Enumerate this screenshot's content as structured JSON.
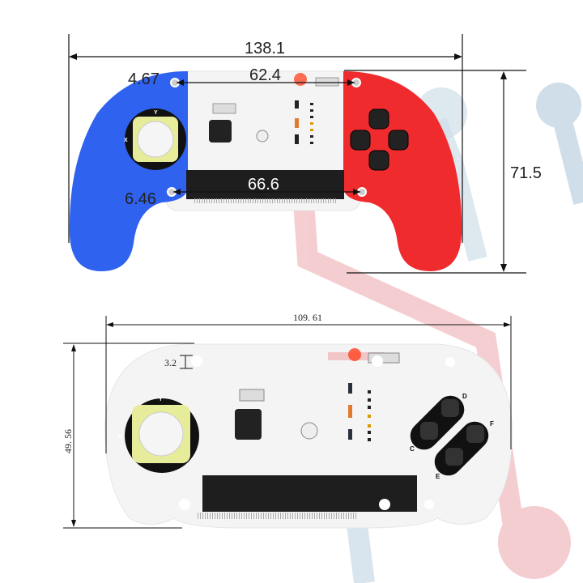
{
  "colors": {
    "left_grip": "#2f62ef",
    "right_grip": "#ef2b2e",
    "board": "#f4f4f4",
    "connector": "#1e1e1e",
    "joystick_pad": "#e6ec9a",
    "led": "#ff4a2a",
    "watermark_red": "#f3c5c9",
    "watermark_blue": "#c7d9e6"
  },
  "top_view": {
    "overall_width": "138.1",
    "hole_spacing_top": "62.4",
    "hole_offset_top": "4.67",
    "hole_offset_bottom": "6.46",
    "connector_width": "66.6",
    "overall_height": "71.5",
    "joystick_axis_labels": [
      "Y",
      "X"
    ]
  },
  "bottom_view": {
    "overall_width": "109. 61",
    "overall_height": "49. 56",
    "hole_diameter": "3.2",
    "joystick_axis_labels": [
      "Y",
      "X"
    ],
    "button_labels": [
      "C",
      "D",
      "E",
      "F"
    ]
  }
}
